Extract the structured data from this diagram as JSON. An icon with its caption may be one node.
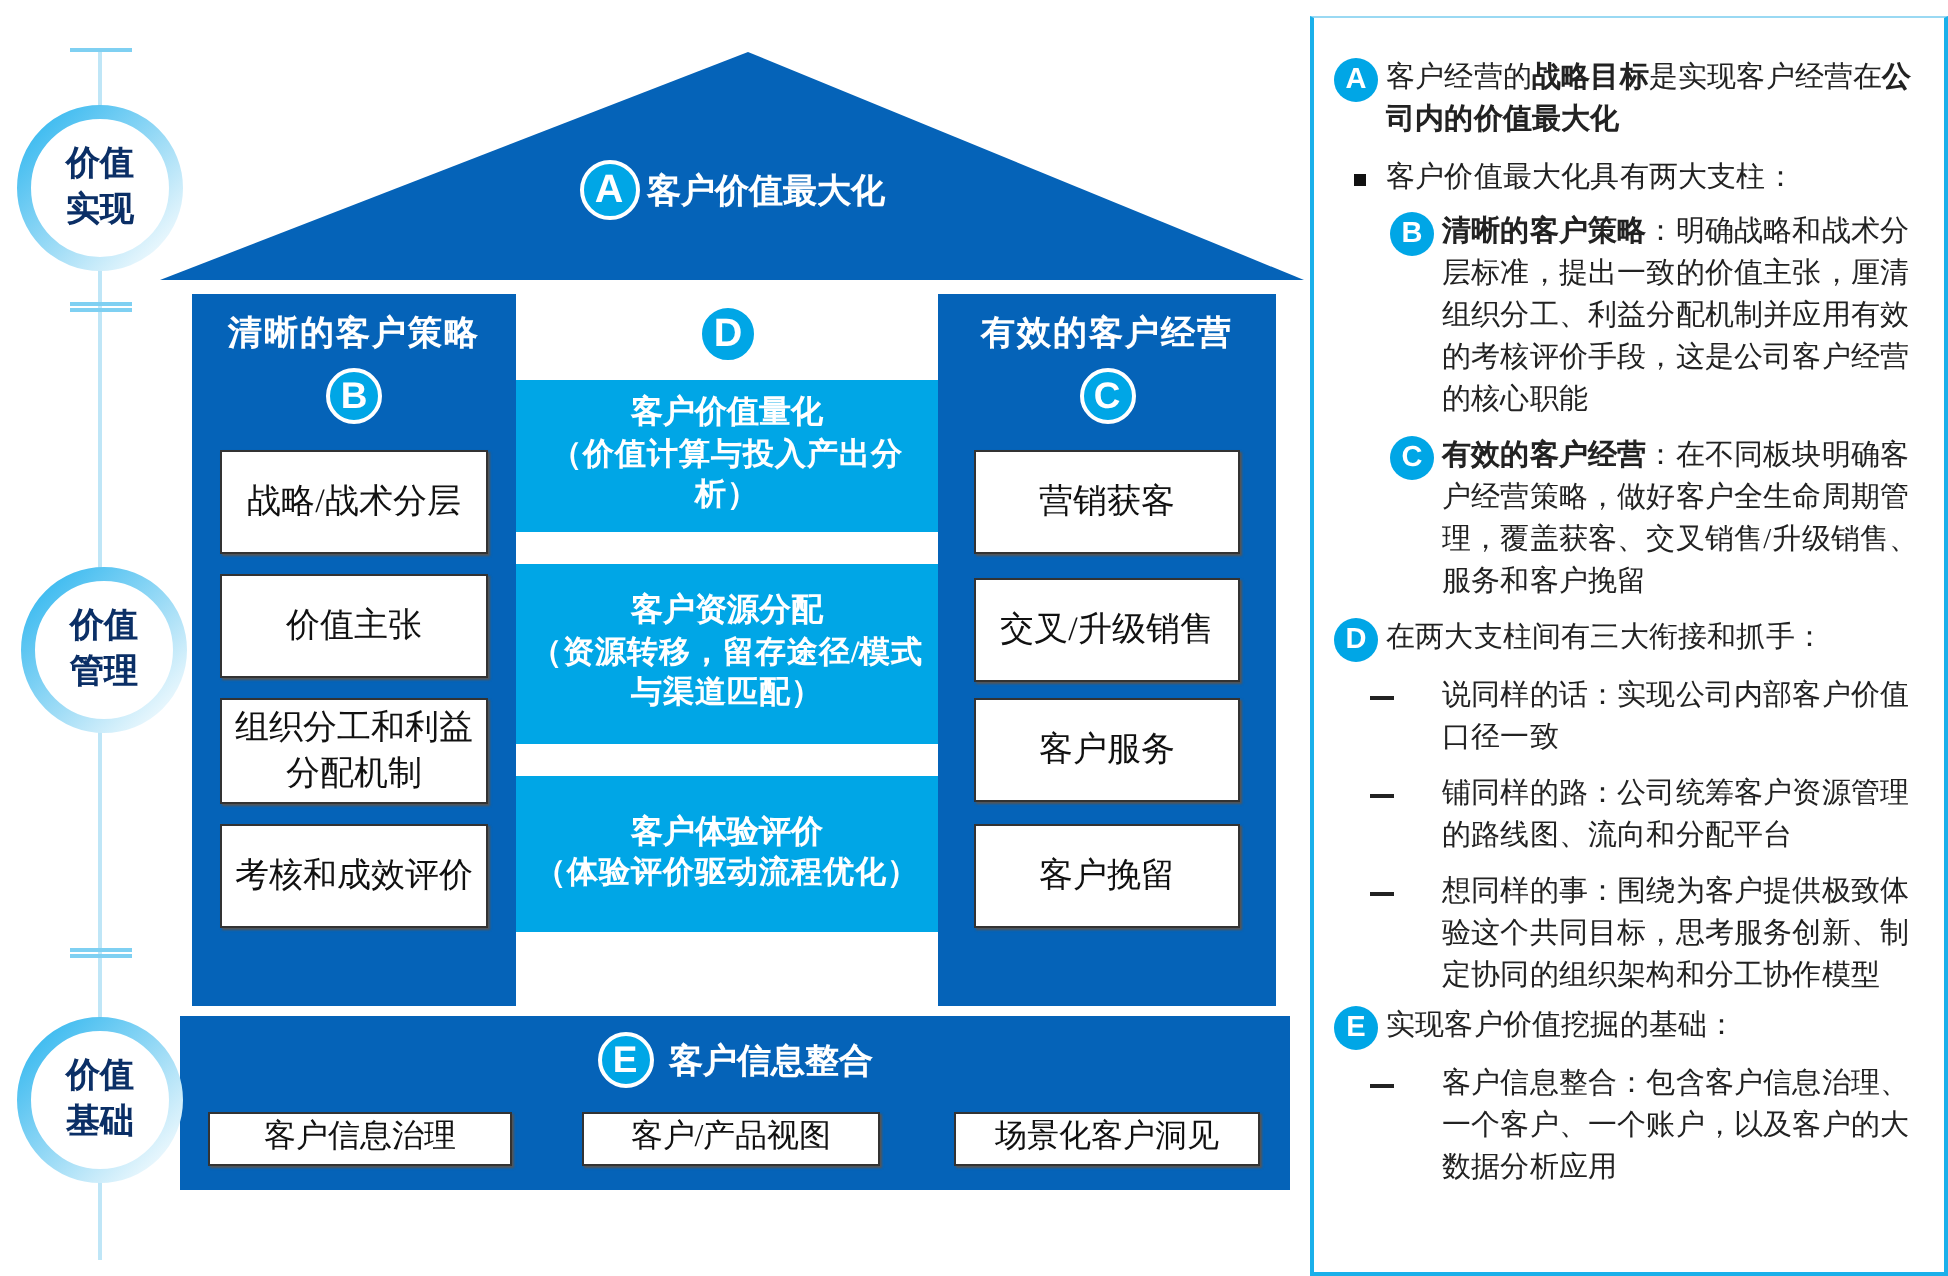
{
  "diagram": {
    "nodes": [
      {
        "text": [
          "A",
          "客户价值最大化"
        ]
      },
      {
        "text": [
          "清晰的客户策略",
          "B"
        ]
      },
      {
        "text": [
          "战略/战术分层"
        ],
        "in": 1
      },
      {
        "text": [
          "价值主张"
        ],
        "in": 1
      },
      {
        "text": [
          "组织分工和利益分配机制"
        ],
        "in": 1
      },
      {
        "text": [
          "考核和成效评价"
        ],
        "in": 1
      },
      {
        "text": [
          "客户价值量化",
          "（价值计算与投入产出分析）"
        ]
      },
      {
        "text": [
          "客户资源分配",
          "（资源转移，留存途径/模式与渠道匹配）"
        ]
      },
      {
        "text": [
          "客户体验评价",
          "（体验评价驱动流程优化）"
        ]
      },
      {
        "text": [
          "有效的客户经营",
          "C"
        ]
      },
      {
        "text": [
          "营销获客"
        ],
        "in": 9
      },
      {
        "text": [
          "交叉/升级销售"
        ],
        "in": 9
      },
      {
        "text": [
          "客户服务"
        ],
        "in": 9
      },
      {
        "text": [
          "客户挽留"
        ],
        "in": 9
      },
      {
        "text": [
          "E",
          "客户信息整合"
        ]
      },
      {
        "text": [
          "客户信息治理"
        ],
        "in": 14
      },
      {
        "text": [
          "客户/产品视图"
        ],
        "in": 14
      },
      {
        "text": [
          "场景化客户洞见"
        ],
        "in": 14
      },
      {
        "text": [
          "价值实现"
        ]
      },
      {
        "text": [
          "价值管理"
        ]
      },
      {
        "text": [
          "价值基础"
        ]
      },
      {
        "text": [
          "A",
          "客户经营的**战略目标**是实现客户经营在**公司内的价值最大化**",
          "客户价值最大化具有两大支柱：",
          "B",
          "**清晰的客户策略**：明确战略和战术分层标准，提出一致的价值主张，厘清组织分工、利益分配机制并应用有效的考核评价手段，这是公司客户经营的核心职能",
          "C",
          "**有效的客户经营**：在不同板块明确客户经营策略，做好客户全生命周期管理，覆盖获客、交叉销售/升级销售、服务和客户挽留",
          "D",
          "在两大支柱间有三大衔接和抓手：",
          "说同样的话：实现公司内部客户价值口径一致",
          "铺同样的路：公司统筹客户资源管理的路线图、流向和分配平台",
          "想同样的事：围绕为客户提供极致体验这个共同目标，思考服务创新、制定协同的组织架构和分工协作模型",
          "E",
          "实现客户价值挖掘的基础：",
          "客户信息整合：包含客户信息治理、一个客户、一个账户，以及客户的大数据分析应用"
        ]
      }
    ],
    "labels": [
      "D"
    ]
  }
}
